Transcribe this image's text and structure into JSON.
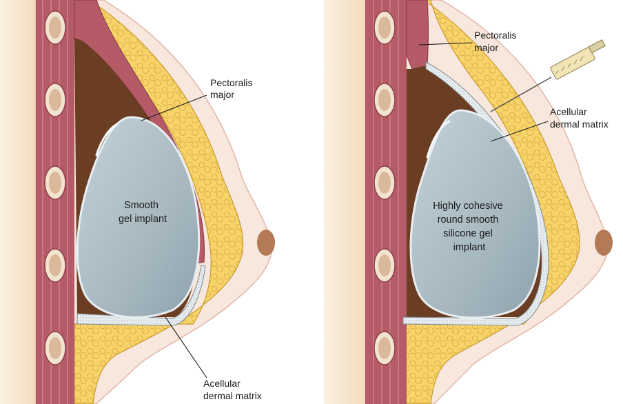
{
  "left_panel": {
    "implant_label": [
      "Smooth",
      "gel implant"
    ],
    "muscle_label": [
      "Pectoralis",
      "major"
    ],
    "matrix_label": [
      "Acellular",
      "dermal matrix"
    ]
  },
  "right_panel": {
    "implant_label": [
      "Highly cohesive",
      "round smooth",
      "silicone gel",
      "implant"
    ],
    "muscle_label": [
      "Pectoralis",
      "major"
    ],
    "matrix_label": [
      "Acellular",
      "dermal matrix"
    ]
  },
  "colors": {
    "skin": "#f7e7dc",
    "skin_edge": "#e2b5a9",
    "fat": "#f7d46a",
    "fat_edge": "#c99a2f",
    "muscle": "#b45b67",
    "muscle_dark": "#8e3e4c",
    "muscle_light": "#d98a93",
    "rib_outer": "#f2e3cf",
    "rib_inner": "#d9b99a",
    "cavity": "#6b3d22",
    "implant": "#a8b9c1",
    "implant_highlight": "#dbe5ea",
    "matrix": "#e9eef2",
    "nipple": "#b47a56",
    "chest_wall": "#f9e9d0"
  }
}
